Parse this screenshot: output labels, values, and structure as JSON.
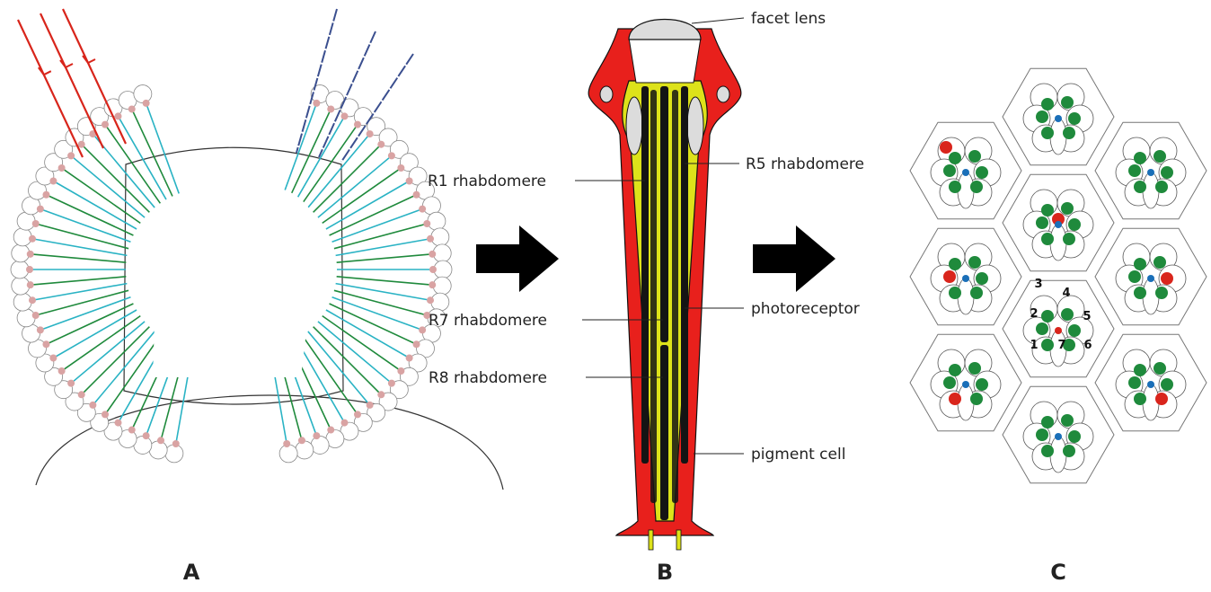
{
  "panels": {
    "a": {
      "label": "A"
    },
    "b": {
      "label": "B",
      "callouts": {
        "facet_lens": "facet lens",
        "r1": "R1 rhabdomere",
        "r5": "R5 rhabdomere",
        "r7": "R7 rhabdomere",
        "photoreceptor": "photoreceptor",
        "r8": "R8 rhabdomere",
        "pigment_cell": "pigment cell"
      }
    },
    "c": {
      "label": "C",
      "numbers": [
        "3",
        "4",
        "2",
        "5",
        "1",
        "7",
        "6"
      ]
    }
  },
  "colors": {
    "pigment_red": "#e8201c",
    "photoreceptor_yellow": "#dde21a",
    "rhabdomere_black": "#141414",
    "lens_grey": "#dcdcdc",
    "r_green": "#1f8a3c",
    "r_red": "#d9251c",
    "r_blue": "#1a6fb8",
    "arrow_black": "#000000",
    "ray_red": "#d8251b",
    "ray_blue": "#3b4f8f"
  },
  "icons": {
    "arrow_ab": "arrow-right-icon",
    "arrow_bc": "arrow-right-icon"
  }
}
